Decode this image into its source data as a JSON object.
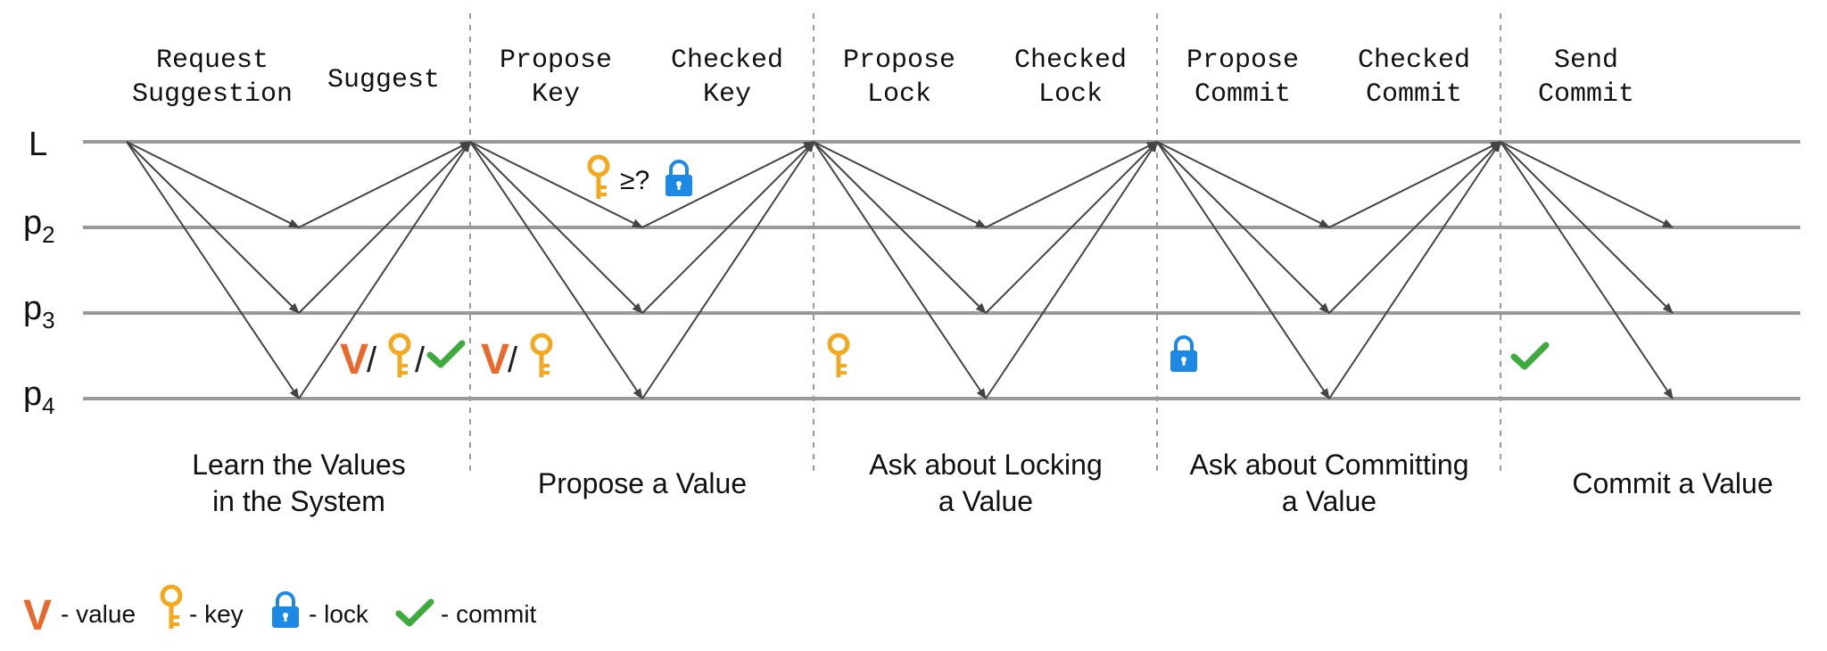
{
  "colors": {
    "value": "#E8692B",
    "key": "#F4A81C",
    "lock": "#1E88E5",
    "commit": "#3DAA3D",
    "lane": "#9A9A9A",
    "arrow": "#444444",
    "divider": "#9A9A9A"
  },
  "processes": [
    {
      "main": "L",
      "sub": ""
    },
    {
      "main": "p",
      "sub": "2"
    },
    {
      "main": "p",
      "sub": "3"
    },
    {
      "main": "p",
      "sub": "4"
    }
  ],
  "step_labels": [
    [
      "Request",
      "Suggestion"
    ],
    [
      "Suggest"
    ],
    [
      "Propose",
      "Key"
    ],
    [
      "Checked",
      "Key"
    ],
    [
      "Propose",
      "Lock"
    ],
    [
      "Checked",
      "Lock"
    ],
    [
      "Propose",
      "Commit"
    ],
    [
      "Checked",
      "Commit"
    ],
    [
      "Send",
      "Commit"
    ]
  ],
  "phases": [
    [
      "Learn the Values",
      "in the System"
    ],
    [
      "Propose a Value"
    ],
    [
      "Ask about Locking",
      "a Value"
    ],
    [
      "Ask about Committing",
      "a Value"
    ],
    [
      "Commit a Value"
    ]
  ],
  "annotations": {
    "compare_symbol": "≥?",
    "value_letter": "V",
    "separator": "/"
  },
  "legend": [
    {
      "icon": "value-icon",
      "label": "- value"
    },
    {
      "icon": "key-icon",
      "label": "- key"
    },
    {
      "icon": "lock-icon",
      "label": "- lock"
    },
    {
      "icon": "check-icon",
      "label": "- commit"
    }
  ]
}
